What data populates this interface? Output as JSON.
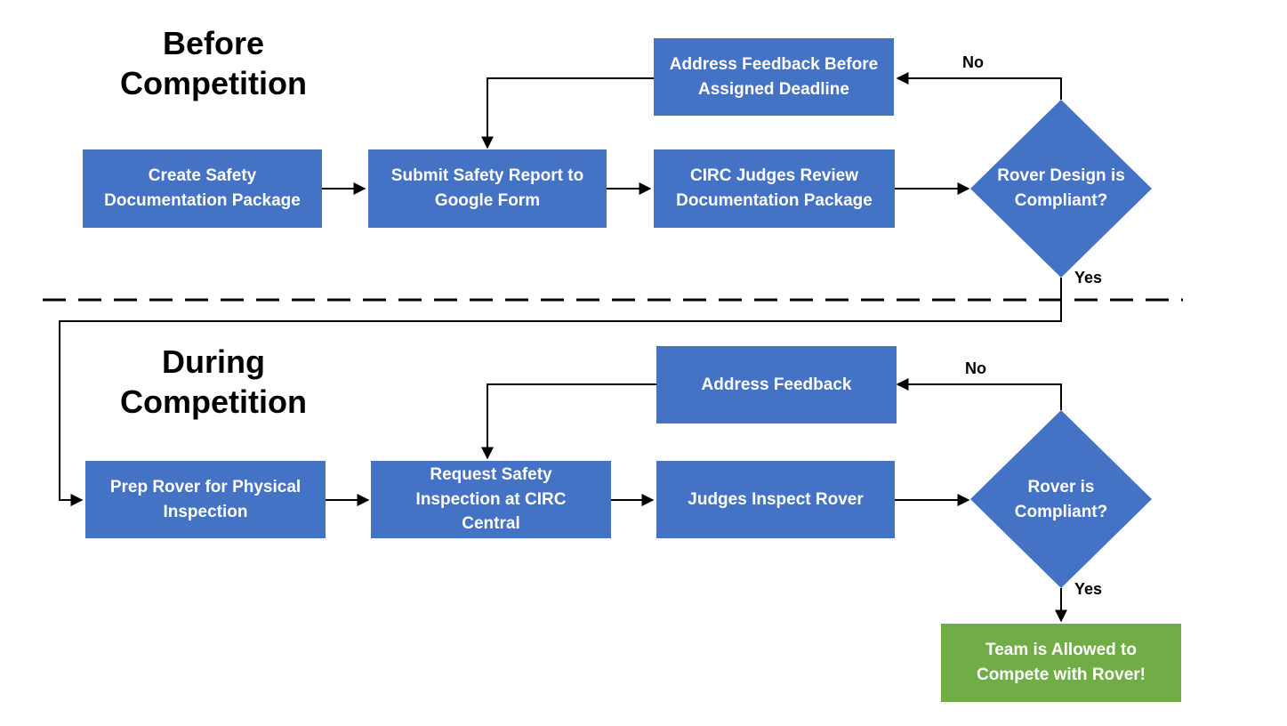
{
  "colors": {
    "process_box": "#4472C4",
    "decision": "#4472C4",
    "success_box": "#70AD47",
    "text_on_box": "#FFFFFF",
    "lines": "#000000"
  },
  "before": {
    "title_line1": "Before",
    "title_line2": "Competition",
    "create_package": [
      "Create Safety",
      "Documentation Package"
    ],
    "submit_report": [
      "Submit Safety Report to",
      "Google Form"
    ],
    "judges_review": [
      "CIRC Judges Review",
      "Documentation Package"
    ],
    "address_feedback": [
      "Address Feedback Before",
      "Assigned Deadline"
    ],
    "decision": [
      "Rover Design is",
      "Compliant?"
    ],
    "no_label": "No",
    "yes_label": "Yes"
  },
  "during": {
    "title_line1": "During",
    "title_line2": "Competition",
    "prep_rover": [
      "Prep Rover for Physical",
      "Inspection"
    ],
    "request_inspection": [
      "Request Safety",
      "Inspection at CIRC",
      "Central"
    ],
    "judges_inspect": [
      "Judges Inspect Rover"
    ],
    "address_feedback": [
      "Address Feedback"
    ],
    "decision": [
      "Rover is",
      "Compliant?"
    ],
    "no_label": "No",
    "yes_label": "Yes",
    "success": [
      "Team is Allowed to",
      "Compete with Rover!"
    ]
  }
}
